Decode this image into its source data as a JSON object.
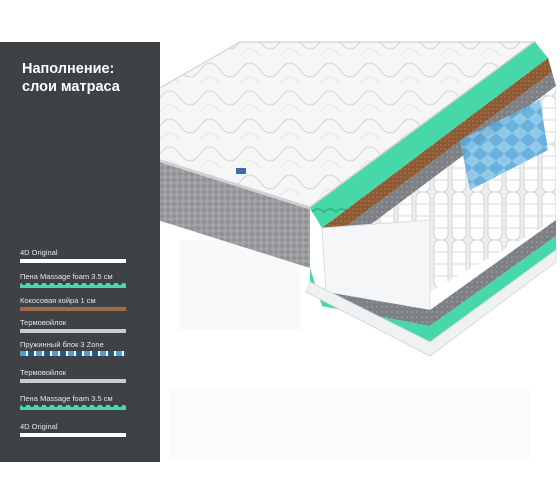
{
  "heading": {
    "line1": "Наполнение:",
    "line2": "слои матраса"
  },
  "layers": [
    {
      "label": "4D Original",
      "type": "white"
    },
    {
      "label": "Пена Massage foam 3.5 см",
      "type": "mint"
    },
    {
      "label": "Кокосовая койра 1 см",
      "type": "brown"
    },
    {
      "label": "Термовойлок",
      "type": "grey"
    },
    {
      "label": "Пружинный блок 3 Zone",
      "type": "spring"
    },
    {
      "label": "Термовойлок",
      "type": "grey"
    },
    {
      "label": "Пена Massage foam 3.5 см",
      "type": "mint"
    },
    {
      "label": "4D Original",
      "type": "white"
    }
  ],
  "colors": {
    "panel": "#3e4146",
    "mint": "#46d8a8",
    "coir": "#a06a44",
    "felt": "#c9cbce",
    "spring_blue": "#4a9fd3",
    "fabric": "#f4f4f4",
    "side": "#8d8f93"
  }
}
